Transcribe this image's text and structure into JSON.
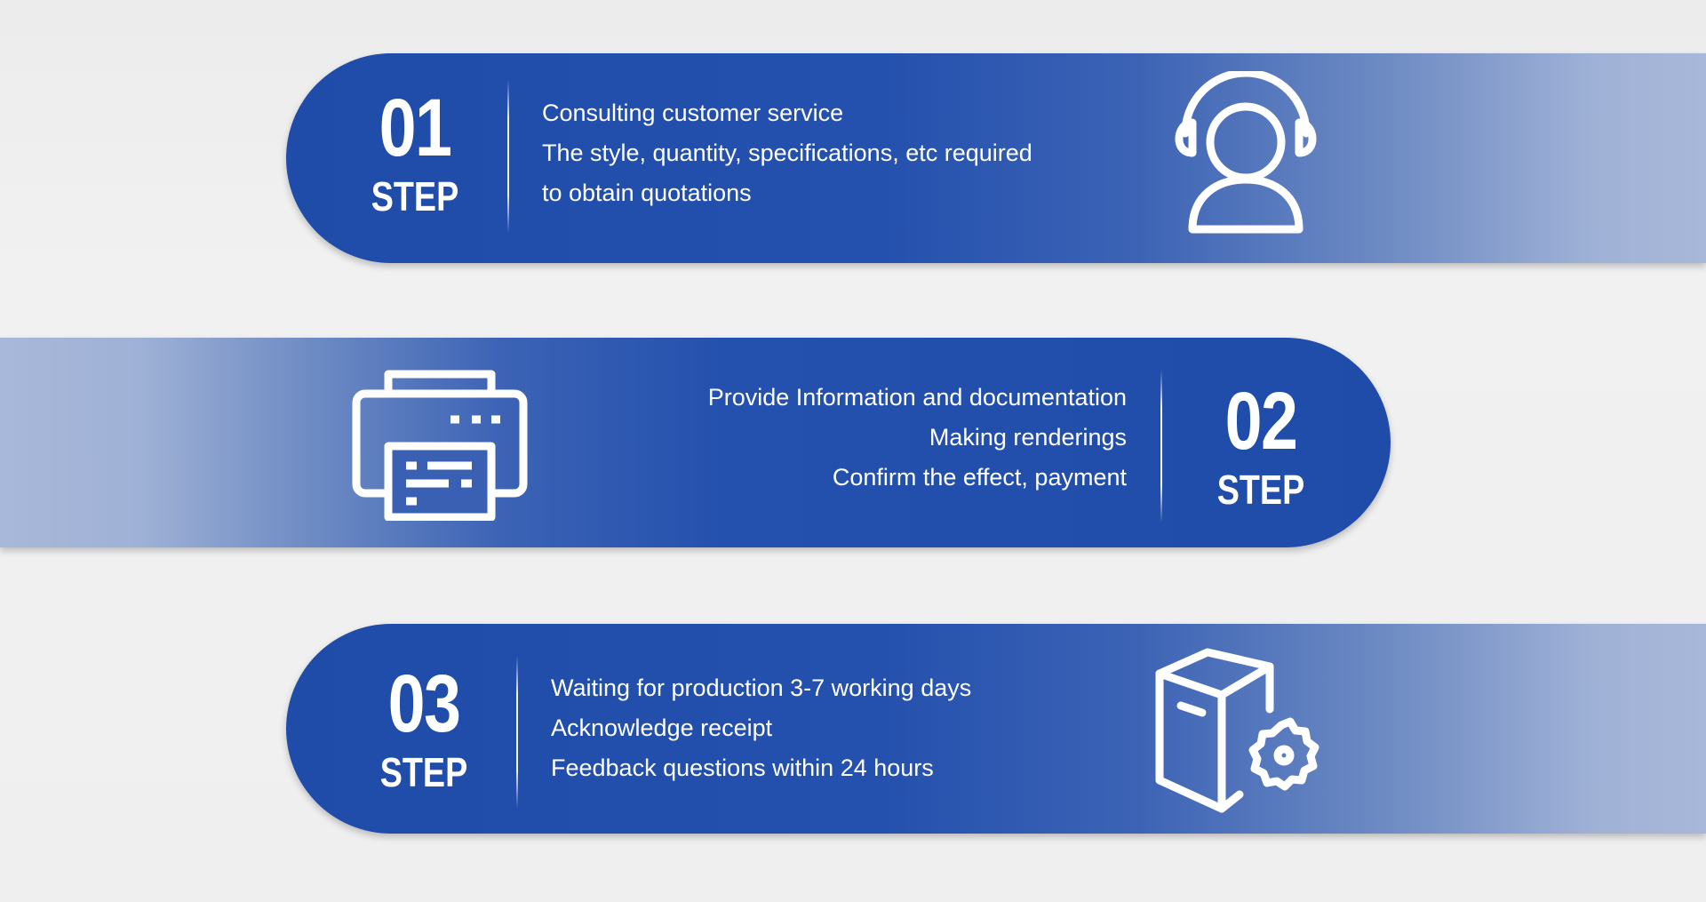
{
  "steps": [
    {
      "number": "01",
      "word": "STEP",
      "lines": [
        "Consulting customer service",
        "The style, quantity, specifications, etc required",
        "to obtain quotations"
      ],
      "icon": "customer-service-headset-icon"
    },
    {
      "number": "02",
      "word": "STEP",
      "lines": [
        "Provide Information and documentation",
        "Making renderings",
        "Confirm the effect, payment"
      ],
      "icon": "printer-icon"
    },
    {
      "number": "03",
      "word": "STEP",
      "lines": [
        "Waiting for production 3-7 working days",
        "Acknowledge receipt",
        "Feedback questions within 24 hours"
      ],
      "icon": "box-gear-icon"
    }
  ],
  "colors": {
    "band_blue": "#1f4ba9",
    "band_fade": "#a8b8da",
    "text": "#ffffff",
    "background": "#efefef"
  }
}
